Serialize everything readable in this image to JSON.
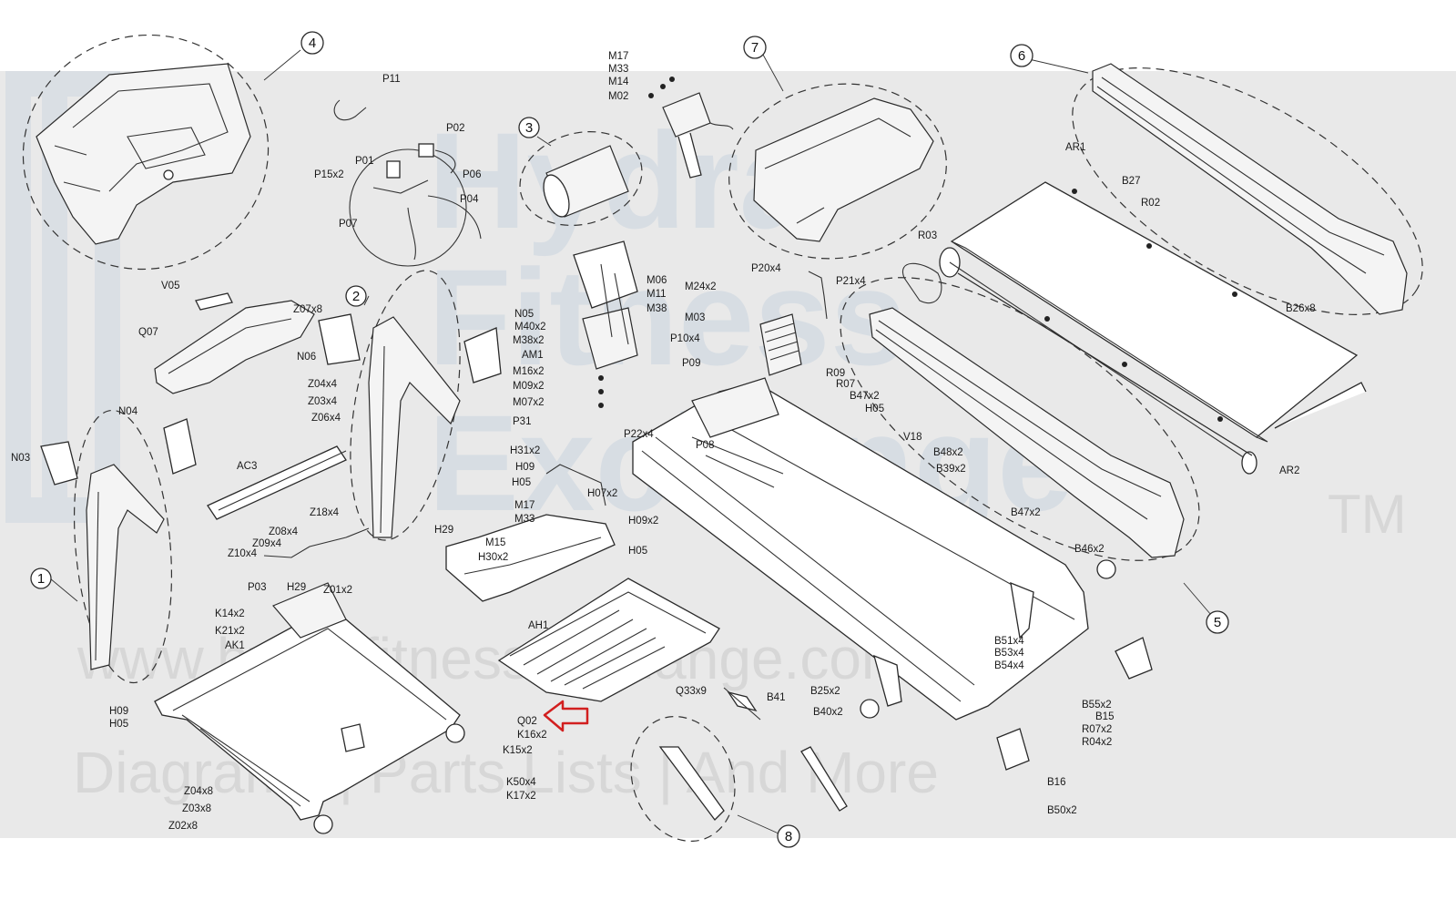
{
  "diagram": {
    "assemblies": [
      "1",
      "2",
      "3",
      "4",
      "5",
      "6",
      "7",
      "8"
    ],
    "watermark": {
      "lines": [
        "Hydra",
        "Fitness",
        "Exchange"
      ],
      "tm": "TM",
      "url": "www.hydrafitnessexchange.com",
      "tagline": "Diagrams | Parts Lists | And More"
    },
    "labels": {
      "P11": "P11",
      "P02": "P02",
      "P01": "P01",
      "P06": "P06",
      "P15x2": "P15x2",
      "P04": "P04",
      "P07": "P07",
      "M17a": "M17",
      "M33a": "M33",
      "M14": "M14",
      "M02": "M02",
      "AR1": "AR1",
      "B27": "B27",
      "R02": "R02",
      "R03": "R03",
      "P20x4": "P20x4",
      "P21x4": "P21x4",
      "M24x2": "M24x2",
      "M03": "M03",
      "P10x4": "P10x4",
      "P09": "P09",
      "M06": "M06",
      "M11": "M11",
      "M38": "M38",
      "N05": "N05",
      "M40x2": "M40x2",
      "M38x2": "M38x2",
      "AM1": "AM1",
      "M16x2": "M16x2",
      "M09x2": "M09x2",
      "M07x2": "M07x2",
      "V05": "V05",
      "Q07": "Q07",
      "Z07x8": "Z07x8",
      "N06": "N06",
      "Z04x4": "Z04x4",
      "Z03x4": "Z03x4",
      "Z06x4": "Z06x4",
      "B26x8": "B26x8",
      "R09": "R09",
      "R07": "R07",
      "B47x2a": "B47x2",
      "H05a": "H05",
      "V18": "V18",
      "B48x2": "B48x2",
      "B39x2": "B39x2",
      "P22x4": "P22x4",
      "P08": "P08",
      "P31": "P31",
      "N04": "N04",
      "N03": "N03",
      "AC3": "AC3",
      "Z18x4": "Z18x4",
      "Z08x4": "Z08x4",
      "Z09x4": "Z09x4",
      "Z10x4": "Z10x4",
      "H31x2": "H31x2",
      "H09a": "H09",
      "H05b": "H05",
      "H07x2": "H07x2",
      "M17b": "M17",
      "M33b": "M33",
      "H09x2": "H09x2",
      "H05c": "H05",
      "H29a": "H29",
      "M15": "M15",
      "H30x2": "H30x2",
      "AH1": "AH1",
      "P03": "P03",
      "B47x2b": "B47x2",
      "AR2": "AR2",
      "B46x2": "B46x2",
      "H29b": "H29",
      "Z01x2": "Z01x2",
      "K14x2": "K14x2",
      "K21x2": "K21x2",
      "AK1": "AK1",
      "B51x4": "B51x4",
      "B53x4": "B53x4",
      "B54x4": "B54x4",
      "Q33x9": "Q33x9",
      "B41": "B41",
      "B25x2": "B25x2",
      "B40x2": "B40x2",
      "B55x2": "B55x2",
      "B15": "B15",
      "R07x2": "R07x2",
      "R04x2": "R04x2",
      "H09b": "H09",
      "H05d": "H05",
      "Q02": "Q02",
      "K16x2": "K16x2",
      "K15x2": "K15x2",
      "K50x4": "K50x4",
      "K17x2": "K17x2",
      "Z04x8": "Z04x8",
      "Z03x8": "Z03x8",
      "Z02x8": "Z02x8",
      "B16": "B16",
      "B50x2": "B50x2"
    },
    "colors": {
      "watermark_band": "#e9e9e9",
      "watermark_brand": "#c9d4df",
      "callout_arrow": "#d21f1f",
      "line_art": "#2a2a2a"
    },
    "icons": [
      "callout-arrow-icon"
    ]
  }
}
